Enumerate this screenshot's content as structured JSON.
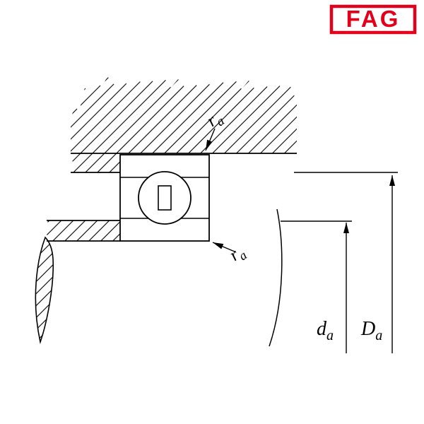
{
  "logo": {
    "text": "FAG",
    "color": "#e2001a"
  },
  "colors": {
    "line": "#000000",
    "background": "#ffffff"
  },
  "labels": {
    "fillet_top": {
      "base": "r",
      "sub": "a"
    },
    "fillet_bottom": {
      "base": "r",
      "sub": "a"
    },
    "shaft_abutment": {
      "base": "d",
      "sub": "a"
    },
    "housing_abutment": {
      "base": "D",
      "sub": "a"
    }
  }
}
